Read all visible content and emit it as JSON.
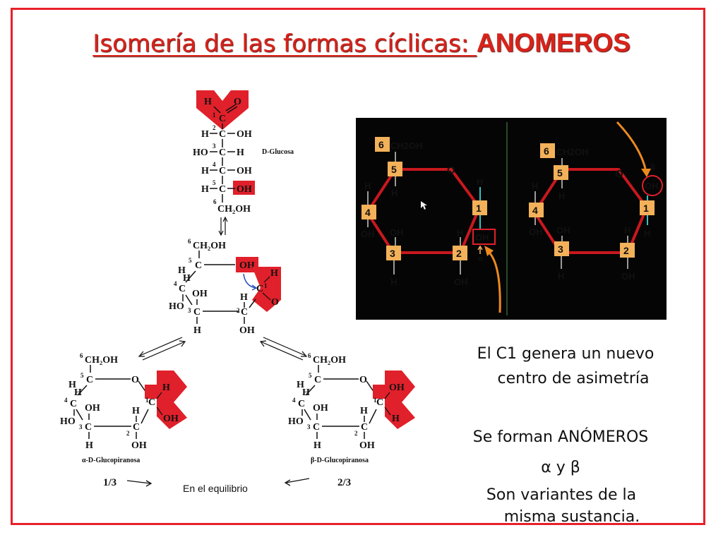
{
  "slide": {
    "title_main": "Isomería de las formas cíclicas: ",
    "title_accent": "ANOMEROS"
  },
  "left_figure": {
    "linear": {
      "r1_left": "H",
      "r1_right": "O",
      "c1": "C",
      "n1": "1",
      "n2": "2",
      "r2_left": "H",
      "r2_right": "OH",
      "n3": "3",
      "r3_left": "HO",
      "r3_right": "H",
      "n4": "4",
      "r4_left": "H",
      "r4_right": "OH",
      "n5": "5",
      "r5_left": "H",
      "r5_right": "OH",
      "n6": "6",
      "c6": "CH₂OH",
      "label": "D-Glucosa"
    },
    "ring": {
      "n6": "6",
      "c6": "CH₂OH",
      "n5": "5",
      "oh": "OH",
      "c1_h": "H",
      "c1": "C",
      "n1": "1",
      "c1_o": "O",
      "n4": "4",
      "h4": "H",
      "ho4": "HO",
      "oh3": "OH",
      "h2": "H",
      "n3": "3",
      "n2": "2",
      "h3": "H",
      "oh2": "OH",
      "h5": "H"
    },
    "alpha": {
      "n6": "6",
      "c6": "CH₂OH",
      "n5": "5",
      "ring_o": "O",
      "h5": "H",
      "h_top": "H",
      "oh_bottom": "OH",
      "c1": "C",
      "n1": "1",
      "n4": "4",
      "oh4": "H",
      "ho4": "HO",
      "h4": "OH",
      "h3": "H",
      "n3": "3",
      "n2": "2",
      "oh2": "OH",
      "h2": "H",
      "label": "α-D-Glucopiranosa"
    },
    "beta": {
      "n6": "6",
      "c6": "CH₂OH",
      "n5": "5",
      "ring_o": "O",
      "h5": "H",
      "oh_top": "OH",
      "h_bottom": "H",
      "c1": "C",
      "n1": "1",
      "n4": "4",
      "oh4": "H",
      "ho4": "HO",
      "h4": "OH",
      "h3": "H",
      "n3": "3",
      "n2": "2",
      "oh2": "OH",
      "h2": "H",
      "label": "β-D-Glucopiranosa"
    },
    "ratio_alpha": "1/3",
    "ratio_beta": "2/3",
    "equilibrium": "En el equilibrio"
  },
  "haworth_panel": {
    "alpha": {
      "c6": "6",
      "ch2oh": "CH2OH",
      "c5": "5",
      "ring_o": "O",
      "c4": "4",
      "c3": "3",
      "c2": "2",
      "c1": "1",
      "h5": "H",
      "h4_top": "H",
      "oh4": "OH",
      "oh3_top": "OH",
      "h3_bottom": "H",
      "h2_top": "H",
      "oh2_bottom": "OH",
      "h1_top": "H",
      "oh1": "OH",
      "tag": "α"
    },
    "beta": {
      "c6": "6",
      "ch2oh": "CH2OH",
      "c5": "5",
      "ring_o": "O",
      "c4": "4",
      "c3": "3",
      "c2": "2",
      "c1": "1",
      "h5": "H",
      "h4_top": "H",
      "oh4": "OH",
      "oh3_top": "OH",
      "h3_bottom": "H",
      "h2_top": "H",
      "oh2_bottom": "OH",
      "h1_bottom": "H",
      "oh1": "OH",
      "tag": "β"
    }
  },
  "caption": {
    "line1": "El C1 genera un nuevo",
    "line2": "centro de asimetría",
    "line3": "Se forman ANÓMEROS",
    "line4": "α y β",
    "line5": "Son variantes de la",
    "line6": "misma sustancia."
  },
  "colors": {
    "frame": "#e8202a",
    "title": "#d8231a",
    "highlight": "#e0202a",
    "panel_bg": "#050505",
    "ring_bond": "#c8181e",
    "carbon_box": "#f3b159",
    "arrow_orange": "#ec8a1f",
    "cyan_bond": "#35c0c8"
  }
}
